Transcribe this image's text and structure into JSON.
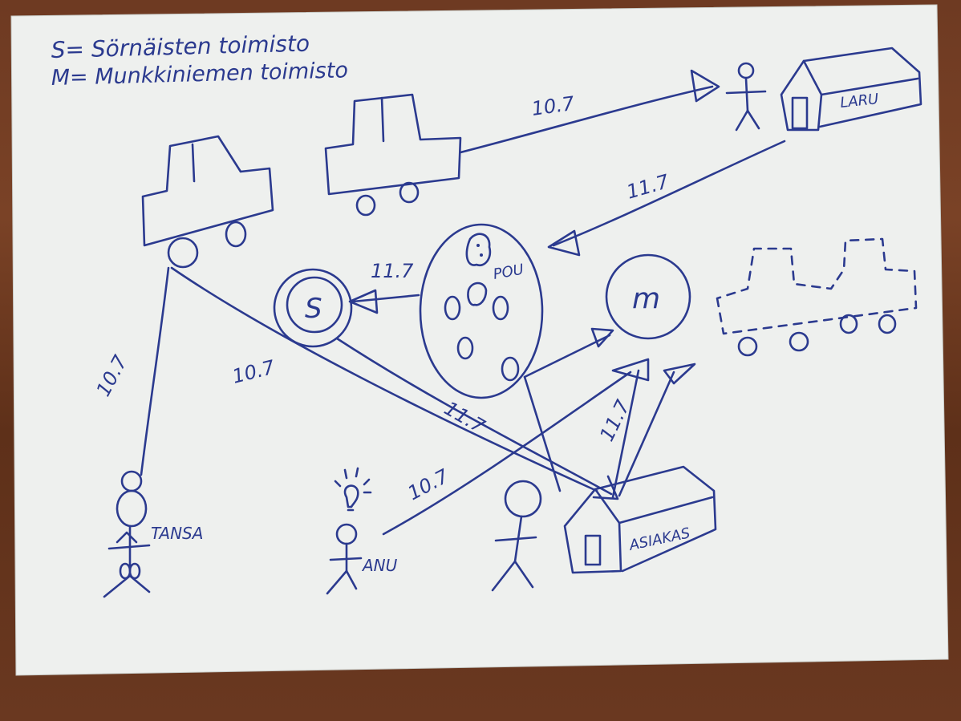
{
  "legend": {
    "line1": "S= Sörnäisten toimisto",
    "line2": "M= Munkkiniemen toimisto"
  },
  "nodes": {
    "s_office": "S",
    "m_office": "m",
    "pou": "POU",
    "laru": "LARU",
    "asiakas": "ASIAKAS",
    "tansa": "TANSA",
    "anu": "ANU"
  },
  "edges": [
    {
      "from": "car-top",
      "to": "laru-person",
      "date": "10.7"
    },
    {
      "from": "laru",
      "to": "pou",
      "date": "11.7"
    },
    {
      "from": "pou",
      "to": "s_office",
      "date": "11.7"
    },
    {
      "from": "car-left",
      "to": "tansa",
      "date": "10.7"
    },
    {
      "from": "car-left",
      "to": "asiakas",
      "date": "10.7"
    },
    {
      "from": "s_office",
      "to": "asiakas",
      "date": "11.7"
    },
    {
      "from": "anu",
      "to": "m_office",
      "date": "10.7"
    },
    {
      "from": "asiakas",
      "to": "m_office",
      "date": "11.7"
    }
  ],
  "ink_color": "#2b3a8f",
  "paper_color": "#eef0ee"
}
